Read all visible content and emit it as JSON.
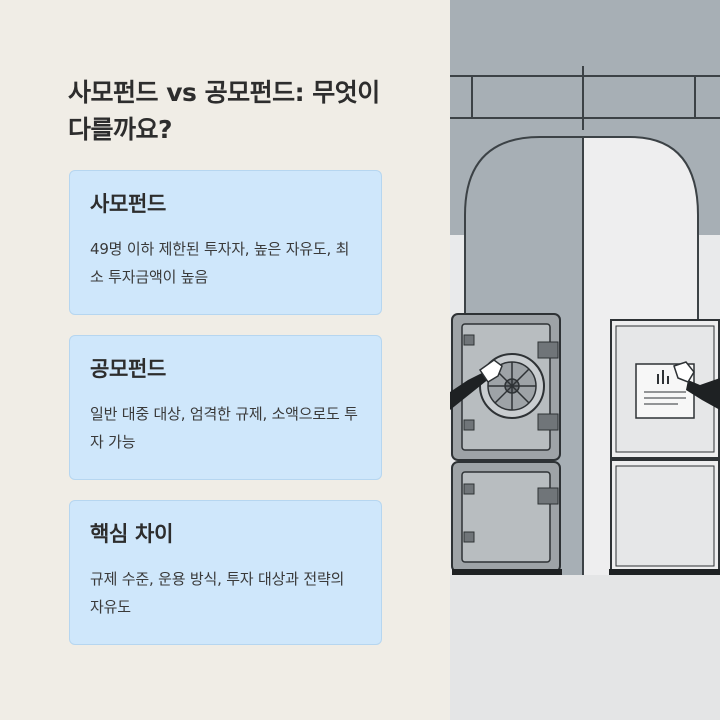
{
  "title": "사모펀드 vs 공모펀드: 무엇이 다를까요?",
  "cards": [
    {
      "title": "사모펀드",
      "description": "49명 이하 제한된 투자자, 높은 자유도, 최소 투자금액이 높음"
    },
    {
      "title": "공모펀드",
      "description": "일반 대중 대상, 엄격한 규제, 소액으로도 투자 가능"
    },
    {
      "title": "핵심 차이",
      "description": "규제 수준, 운용 방식, 투자 대상과 전략의 자유도"
    }
  ],
  "colors": {
    "background": "#f0ede6",
    "card_background": "#cfe7fb",
    "wall": "#a7afb5",
    "safe": "#9ea3a7"
  },
  "illustration": {
    "left_object": "safe-icon",
    "right_object": "document-cabinet-icon"
  }
}
